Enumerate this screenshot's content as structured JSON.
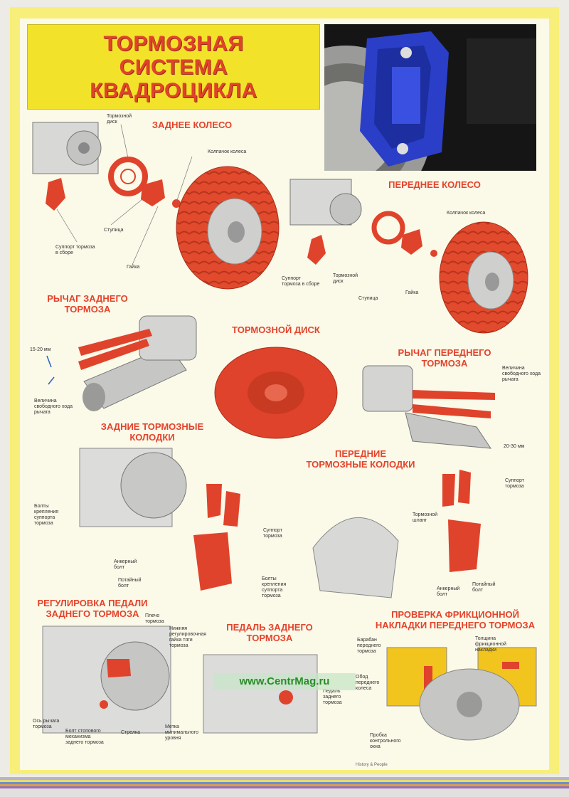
{
  "title": {
    "line1": "ТОРМОЗНАЯ",
    "line2": "СИСТЕМА",
    "line3": "КВАДРОЦИКЛА"
  },
  "sections": {
    "rear_wheel": "ЗАДНЕЕ КОЛЕСО",
    "front_wheel": "ПЕРЕДНЕЕ КОЛЕСО",
    "rear_lever_1": "РЫЧАГ ЗАДНЕГО",
    "rear_lever_2": "ТОРМОЗА",
    "brake_disc": "ТОРМОЗНОЙ ДИСК",
    "front_lever_1": "РЫЧАГ ПЕРЕДНЕГО",
    "front_lever_2": "ТОРМОЗА",
    "rear_pads_1": "ЗАДНИЕ ТОРМОЗНЫЕ",
    "rear_pads_2": "КОЛОДКИ",
    "front_pads_1": "ПЕРЕДНИЕ",
    "front_pads_2": "ТОРМОЗНЫЕ КОЛОДКИ",
    "pedal_adjust_1": "РЕГУЛИРОВКА ПЕДАЛИ",
    "pedal_adjust_2": "ЗАДНЕГО ТОРМОЗА",
    "rear_pedal_1": "ПЕДАЛЬ ЗАДНЕГО",
    "rear_pedal_2": "ТОРМОЗА",
    "friction_check_1": "ПРОВЕРКА ФРИКЦИОННОЙ",
    "friction_check_2": "НАКЛАДКИ ПЕРЕДНЕГО ТОРМОЗА"
  },
  "labels": {
    "rear_disc": "Тормозной диск",
    "rear_cap": "Колпачок колеса",
    "rear_hub": "Ступица",
    "rear_caliper": "Суппорт тормоза в сборе",
    "rear_nut": "Гайка",
    "front_cap": "Колпачок колеса",
    "front_caliper": "Суппорт тормоза в сборе",
    "front_disc": "Тормозной диск",
    "front_hub": "Ступица",
    "front_nut": "Гайка",
    "rear_lever_gap": "15-20 мм",
    "rear_lever_free": "Величина свободного хода рычага",
    "front_lever_free": "Величина свободного хода рычага",
    "front_lever_gap": "20-30 мм",
    "rear_pads_bolts": "Болты крепления суппорта тормоза",
    "rear_pads_caliper": "Суппорт тормоза",
    "rear_pads_anchor": "Анкерный болт",
    "rear_pads_guide": "Потайный болт",
    "front_pads_caliper": "Суппорт тормоза",
    "front_pads_hose": "Тормозной шланг",
    "front_pads_bolts": "Болты крепления суппорта тормоза",
    "front_pads_anchor": "Анкерный болт",
    "front_pads_guide": "Потайный болт",
    "adj_arm": "Плечо тормоза",
    "adj_nut": "Нижняя регулировочная гайка тяги тормоза",
    "adj_axis": "Ось рычага тормоза",
    "adj_bolt": "Болт стопового механизма заднего тормоза",
    "adj_arrow": "Стрелка",
    "adj_mark": "Метка минимального уровня",
    "pedal_label": "Педаль заднего тормоза",
    "fr_drum": "Барабан переднего тормоза",
    "fr_thick": "Толщина фрикционной накладки",
    "fr_rim": "Обод переднего колеса",
    "fr_plug": "Пробка контрольного окна"
  },
  "watermark": "www.CentrMag.ru",
  "footer": {
    "brand": "History & People"
  },
  "colors": {
    "accent": "#e4432c",
    "part_red": "#e0432b",
    "yellow": "#f2e32a",
    "caliper_blue": "#2a3ec8"
  }
}
